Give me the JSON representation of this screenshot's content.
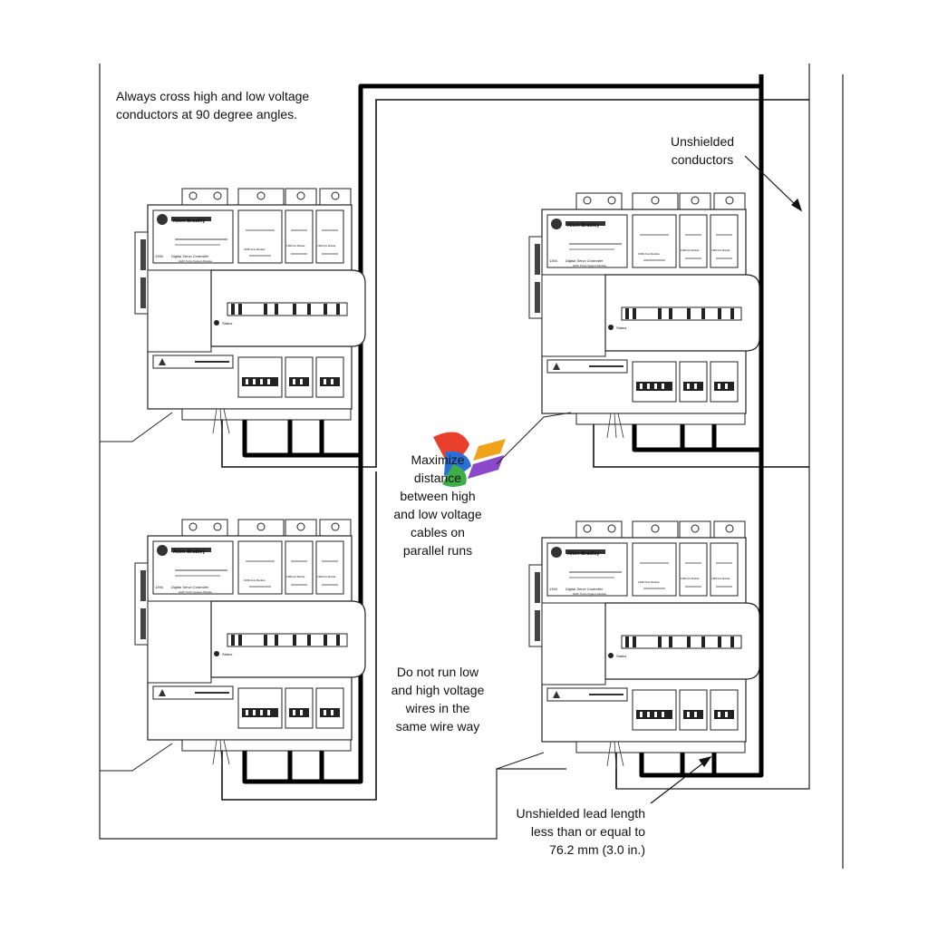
{
  "notes": {
    "cross_angles": "Always cross high and low voltage\nconductors at 90 degree angles.",
    "unshielded_conductors": "Unshielded\nconductors",
    "maximize_distance": "Maximize\ndistance\nbetween high\nand  low voltage\ncables on\nparallel runs",
    "no_same_wireway": "Do not run low\nand high voltage\nwires in the\nsame wire way",
    "unshielded_lead": "Unshielded lead length\nless than or equal to\n76.2 mm (3.0 in.)"
  },
  "controller": {
    "brand": "Allen-Bradley",
    "model": "1394",
    "title": "Digital Servo Controller",
    "subtitle": "GMC Turbo System Module",
    "status_label": "Status",
    "axis_modules": [
      "1398 Axis Module",
      "1398 Axis Module",
      "1398 Axis Module"
    ]
  },
  "colors": {
    "line": "#111111",
    "high_voltage_cable": "#000000",
    "background": "#ffffff"
  }
}
